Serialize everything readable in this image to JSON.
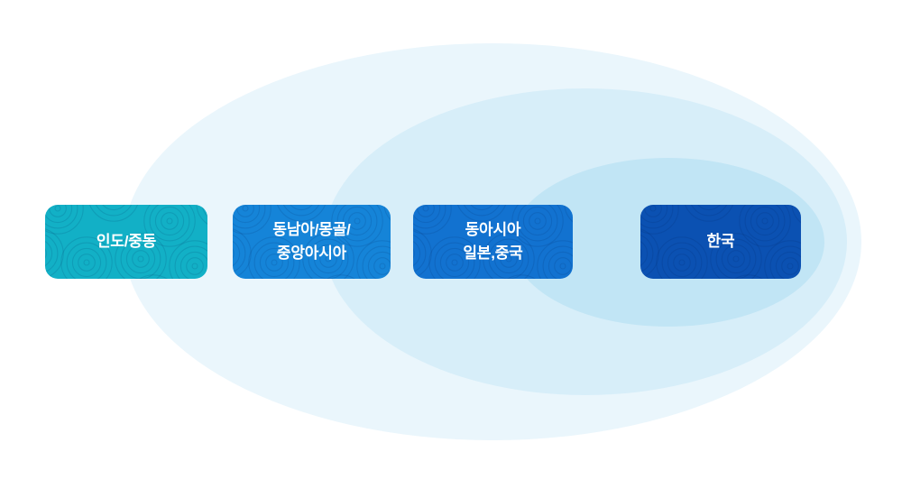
{
  "diagram": {
    "background_color": "#ffffff",
    "label_color": "#ffffff",
    "ellipses": [
      {
        "name": "outer",
        "color": "#eaf6fc"
      },
      {
        "name": "middle",
        "color": "#d7eef9"
      },
      {
        "name": "inner",
        "color": "#c1e5f5"
      }
    ],
    "regions": [
      {
        "id": "india-middle-east",
        "color": "#12b0c6",
        "lines": [
          "인도/중동"
        ]
      },
      {
        "id": "southeast-asia-mongolia-central-asia",
        "color": "#1584d8",
        "lines": [
          "동남아/몽골/",
          "중앙아시아"
        ]
      },
      {
        "id": "east-asia-japan-china",
        "color": "#1272d0",
        "lines": [
          "동아시아",
          "일본,중국"
        ]
      },
      {
        "id": "korea",
        "color": "#0b51b2",
        "lines": [
          "한국"
        ]
      }
    ]
  }
}
